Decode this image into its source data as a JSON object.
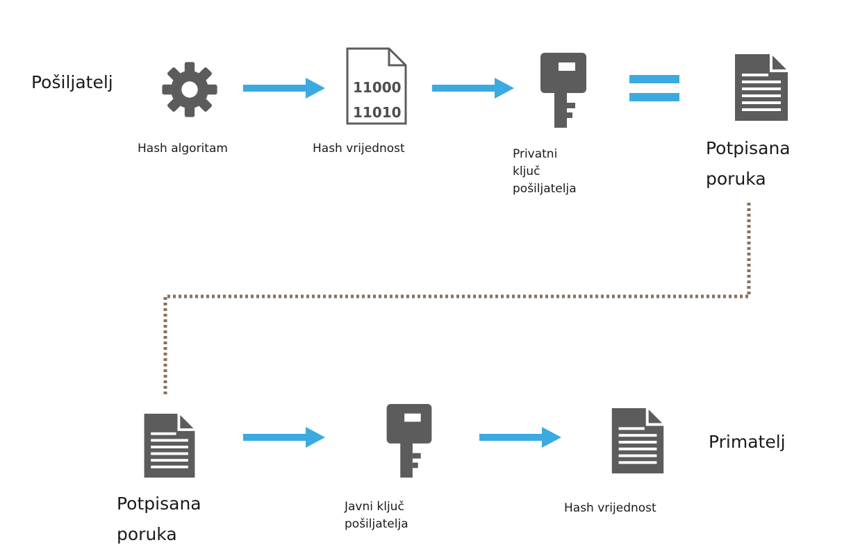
{
  "sender": {
    "role_label": "Pošiljatelj",
    "steps": [
      {
        "icon": "gear-icon",
        "label": "Hash algoritam"
      },
      {
        "icon": "binary-document-icon",
        "label": "Hash vrijednost",
        "binary_lines": [
          "11000",
          "11010"
        ]
      },
      {
        "icon": "key-icon",
        "label_lines": [
          "Privatni",
          "ključ",
          "pošiljatelja"
        ]
      },
      {
        "icon": "equals-icon"
      },
      {
        "icon": "document-icon",
        "label_lines": [
          "Potpisana",
          "poruka"
        ]
      }
    ]
  },
  "receiver": {
    "role_label": "Primatelj",
    "steps": [
      {
        "icon": "document-icon",
        "label_lines": [
          "Potpisana",
          "poruka"
        ]
      },
      {
        "icon": "key-icon",
        "label_lines": [
          "Javni ključ",
          "pošiljatelja"
        ]
      },
      {
        "icon": "document-icon",
        "label": "Hash vrijednost"
      }
    ]
  },
  "colors": {
    "icon": "#5c5c5c",
    "arrow": "#3aaae1",
    "equals": "#3aaae1",
    "connector": "#8b7059"
  }
}
